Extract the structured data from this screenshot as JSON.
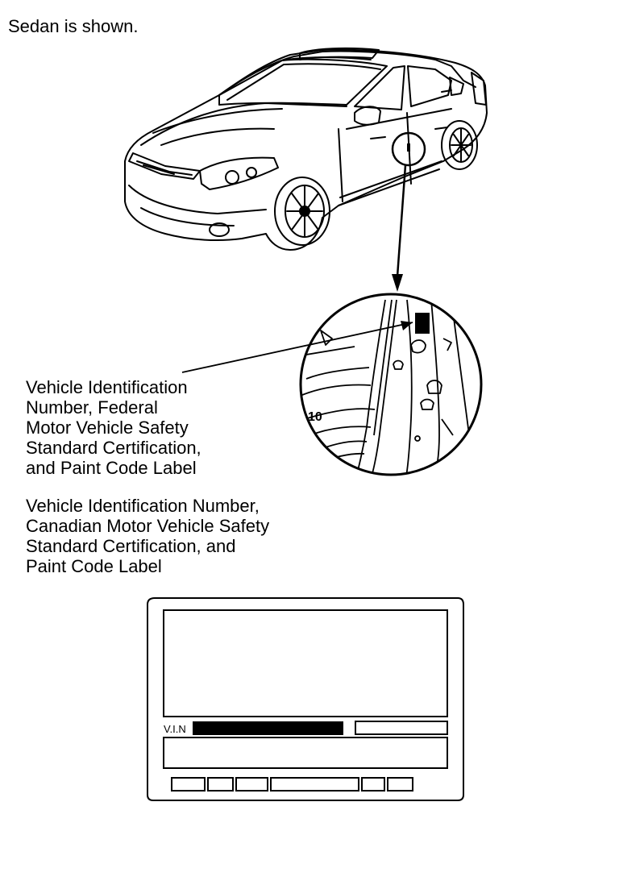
{
  "caption": "Sedan is shown.",
  "labels": {
    "us_lines": [
      "Vehicle Identification",
      "Number, Federal",
      "Motor Vehicle Safety",
      "Standard Certification,",
      "and Paint Code Label"
    ],
    "canada_lines": [
      "Vehicle Identification Number,",
      "Canadian Motor Vehicle Safety",
      "Standard Certification, and",
      "Paint Code Label"
    ]
  },
  "detail": {
    "door_number": "10"
  },
  "plate": {
    "vin_label": "V.I.N"
  }
}
